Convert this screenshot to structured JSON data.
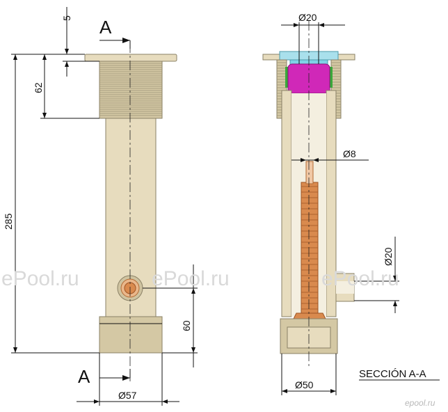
{
  "dimensions": {
    "d5": "5",
    "d62": "62",
    "d285": "285",
    "d60": "60",
    "d57": "57",
    "d20_top": "20",
    "d8": "8",
    "d20_side": "20",
    "d50": "50"
  },
  "diameter_symbol": "Ø",
  "section_marks": {
    "upper": "A",
    "lower": "A"
  },
  "section_caption": "SECCIÓN A-A",
  "watermarks": {
    "w1": "ePool.ru",
    "w2": "ePool.ru",
    "w3": "ePool.ru",
    "corner": "epool.ru"
  },
  "colors": {
    "body": "#e7dcbe",
    "pin": "#d98a4e",
    "cap": "#d028b8",
    "lens": "#7fd3e6",
    "seal": "#3aa83a"
  }
}
